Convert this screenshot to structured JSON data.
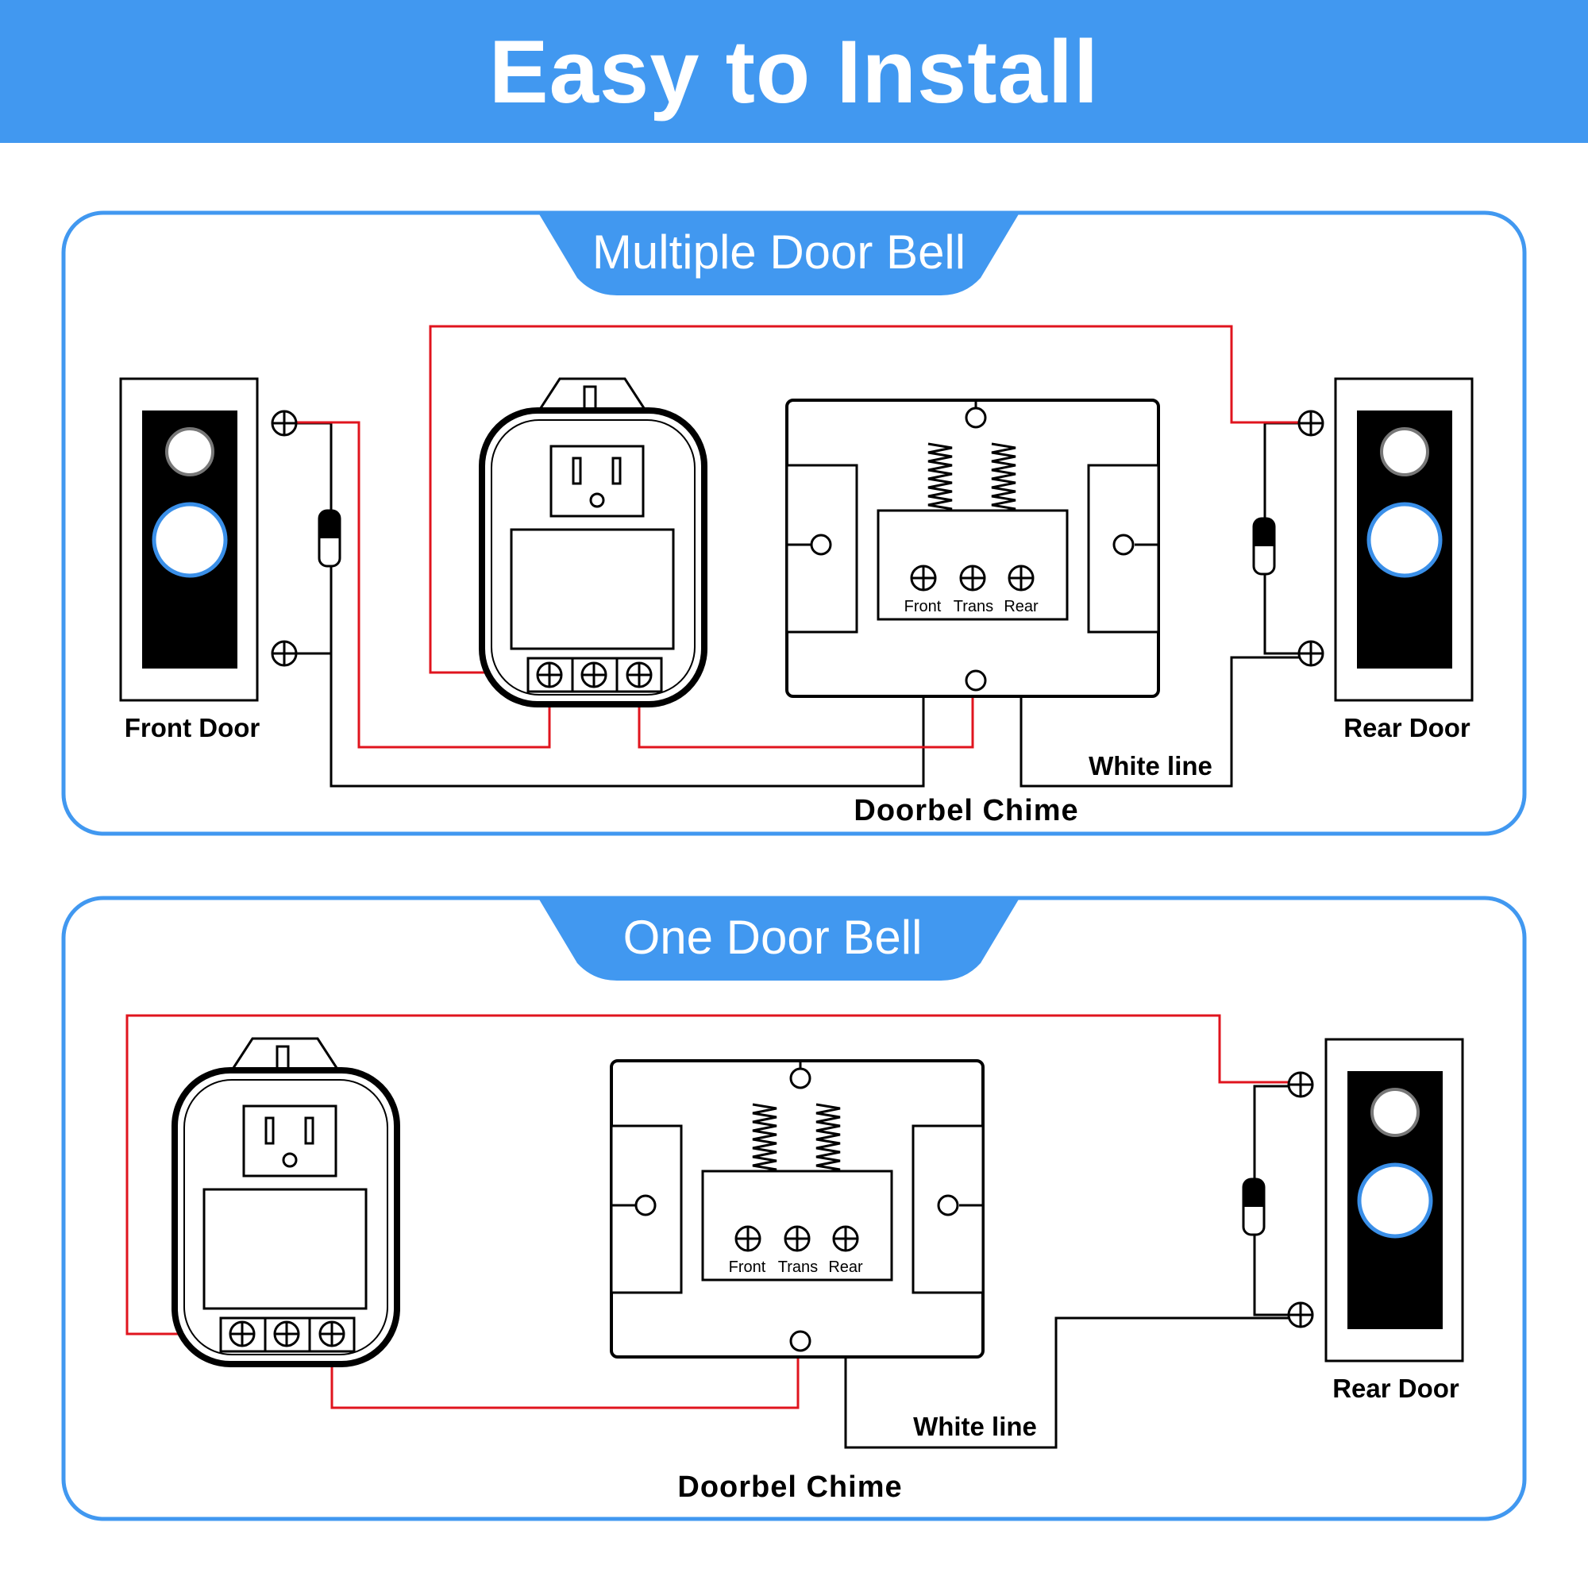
{
  "header": {
    "title": "Easy to Install"
  },
  "colors": {
    "accent": "#4198f0",
    "wire_red": "#e0141e",
    "wire_black": "#000000"
  },
  "panels": [
    {
      "title": "Multiple Door Bell",
      "front_door_label": "Front Door",
      "rear_door_label": "Rear Door",
      "white_line_label": "White line",
      "chime_label": "Doorbel Chime",
      "terminals": {
        "front": "Front",
        "trans": "Trans",
        "rear": "Rear"
      }
    },
    {
      "title": "One Door Bell",
      "rear_door_label": "Rear Door",
      "white_line_label": "White line",
      "chime_label": "Doorbel Chime",
      "terminals": {
        "front": "Front",
        "trans": "Trans",
        "rear": "Rear"
      }
    }
  ]
}
